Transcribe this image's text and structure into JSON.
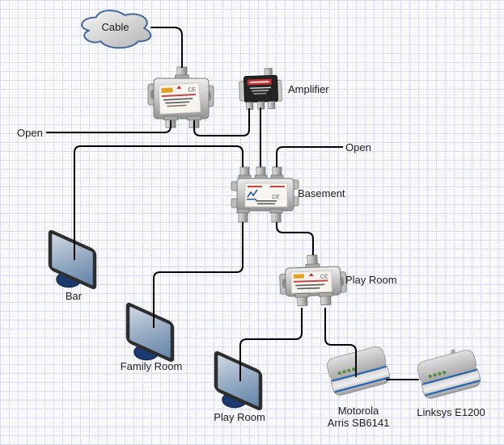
{
  "nodes": {
    "cloud": {
      "label": "Cable"
    },
    "open_left": {
      "label": "Open"
    },
    "open_right": {
      "label": "Open"
    },
    "splitter_top": {
      "badge": "CE"
    },
    "amplifier": {
      "label": "Amplifier"
    },
    "basement_splitter": {
      "label": "Basement",
      "badge": "CE"
    },
    "playroom_splitter": {
      "label": "Play Room",
      "badge": "CE"
    },
    "tv_bar": {
      "label": "Bar"
    },
    "tv_family_room": {
      "label": "Family Room"
    },
    "tv_play_room": {
      "label": "Play Room"
    },
    "modem": {
      "label_line1": "Motorola",
      "label_line2": "Arris SB6141"
    },
    "router": {
      "label": "Linksys E1200"
    }
  },
  "colors": {
    "wire": "#000000",
    "grid_major": "#d9dcef",
    "grid_minor": "#f1f2f9",
    "cloud_border": "#44689a",
    "tv_frame": "#2d2d2d",
    "tv_base": "#1d3a6e",
    "device_stripe_blue": "#2a66b0",
    "led_green": "#5a9e3a",
    "amplifier_band_red": "#c03030"
  }
}
